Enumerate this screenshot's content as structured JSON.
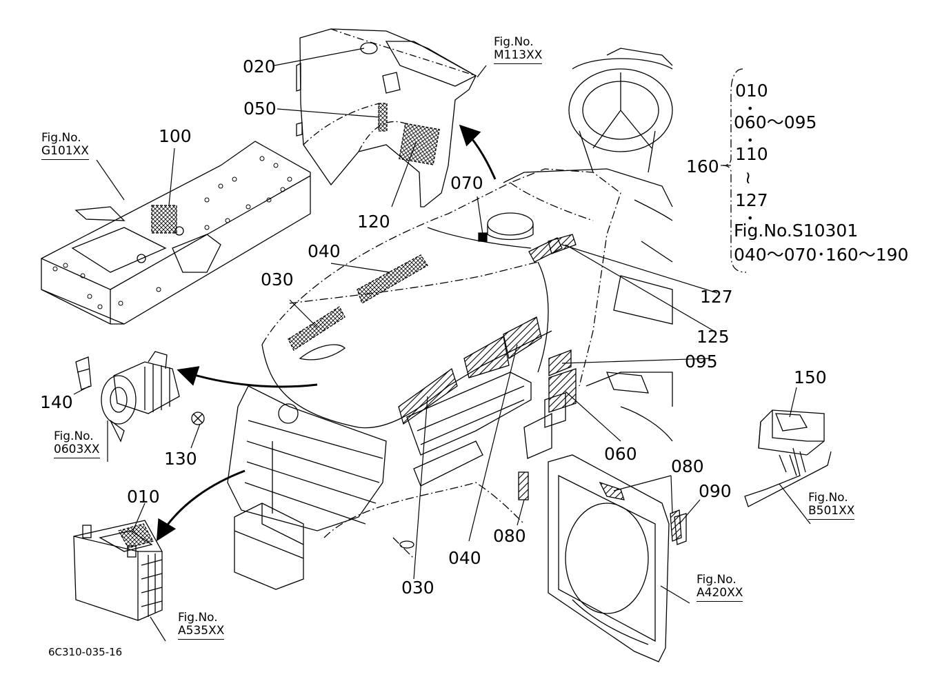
{
  "labels": {
    "p010_top": "010",
    "p010": "010",
    "p020": "020",
    "p030_a": "030",
    "p030_b": "030",
    "p040_a": "040",
    "p040_b": "040",
    "p050": "050",
    "p060_a": "060",
    "p060_b": "060",
    "p070_a": "070",
    "p070_b": "070",
    "p080_a": "080",
    "p080_b": "080",
    "p090": "090",
    "p095": "095",
    "p100": "100",
    "p110": "110",
    "p120": "120",
    "p125": "125",
    "p127_a": "127",
    "p127_b": "127",
    "p130": "130",
    "p140": "140",
    "p150": "150",
    "p160_a": "160",
    "p160_b": "160",
    "p190": "190"
  },
  "refs": {
    "fig_prefix": "Fig.No.",
    "m113": "M113XX",
    "g101": "G101XX",
    "f0603": "0603XX",
    "a535": "A535XX",
    "a420": "A420XX",
    "b501": "B501XX",
    "s10301": "Fig.No.S10301"
  },
  "bracket": {
    "tilde": "～",
    "wave": "≀",
    "dot": "•",
    "mid_dot": "･"
  },
  "drawing_code": "6C310-035-16"
}
